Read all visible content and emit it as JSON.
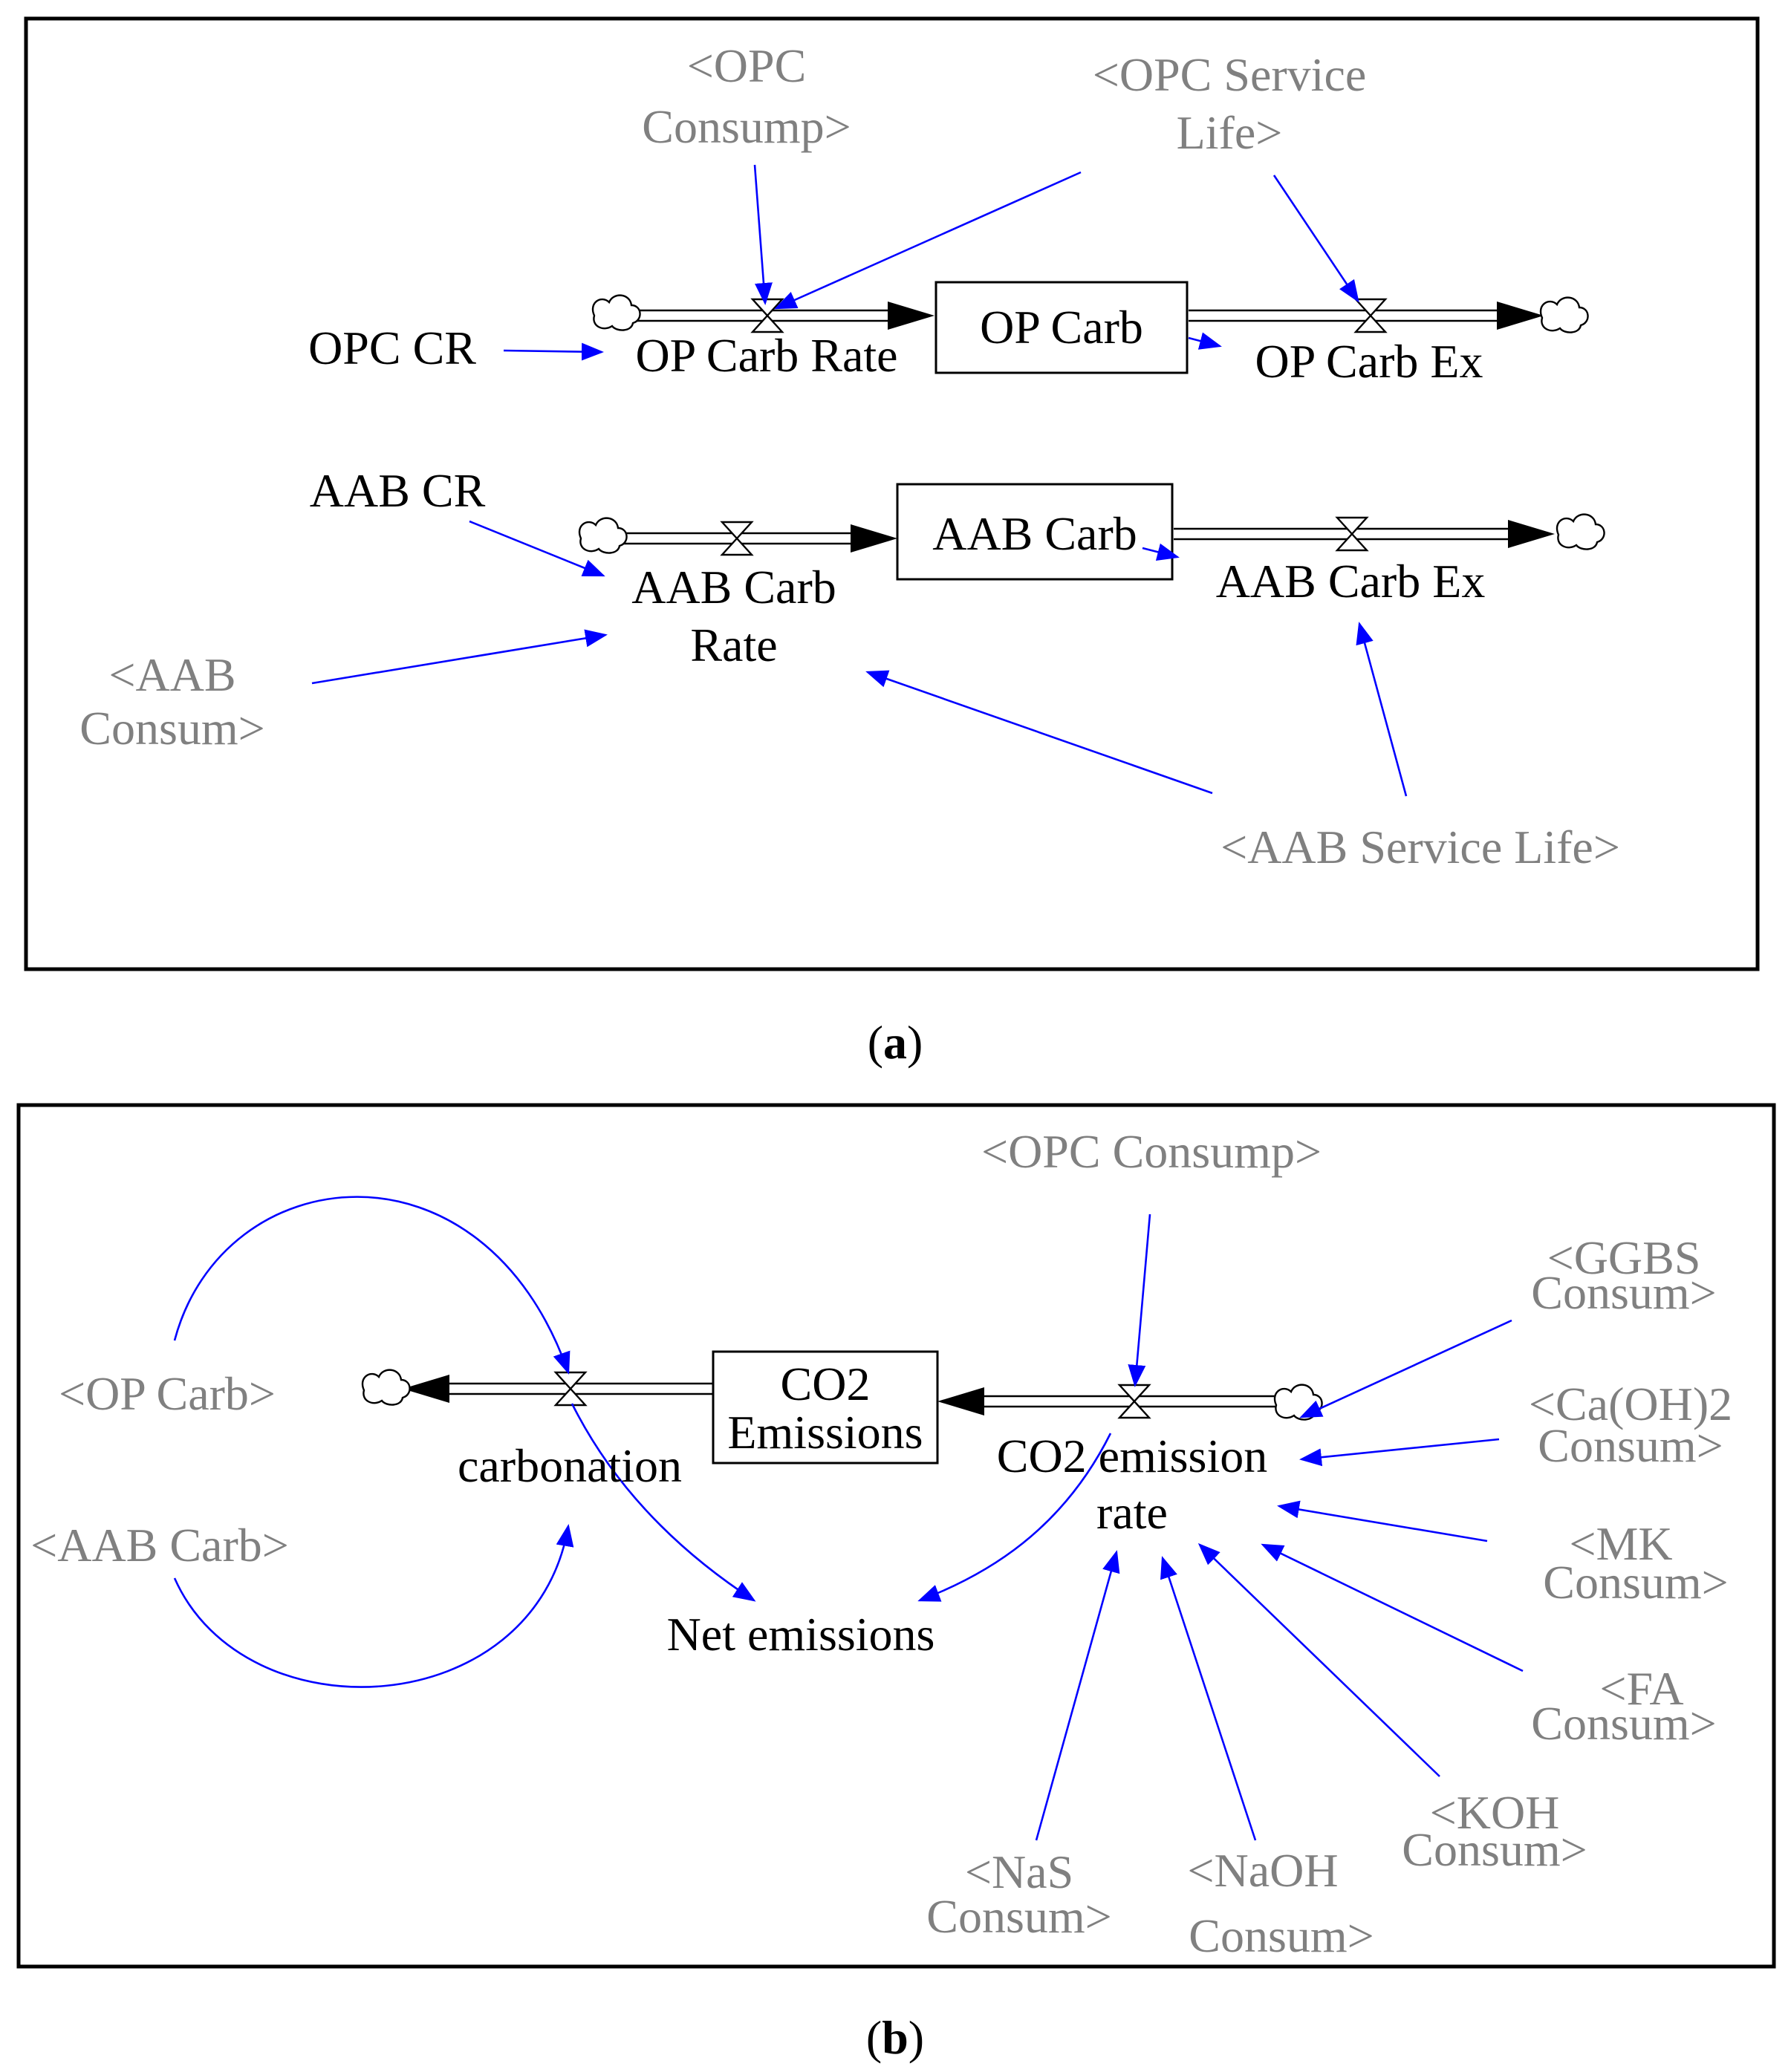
{
  "panel_a": {
    "caption_letter": "a",
    "stocks": {
      "op_carb": "OP Carb",
      "aab_carb": "AAB Carb"
    },
    "flows": {
      "op_carb_rate": "OP Carb Rate",
      "op_carb_ex": "OP Carb Ex",
      "aab_carb_rate_1": "AAB Carb",
      "aab_carb_rate_2": "Rate",
      "aab_carb_ex": "AAB Carb Ex"
    },
    "variables": {
      "opc_cr": "OPC CR",
      "aab_cr": "AAB CR"
    },
    "shadow_variables": {
      "opc_consump_1": "<OPC",
      "opc_consump_2": "Consump>",
      "opc_service_life_1": "<OPC Service",
      "opc_service_life_2": "Life>",
      "aab_consum_1": "<AAB",
      "aab_consum_2": "Consum>",
      "aab_service_life": "<AAB Service Life>"
    }
  },
  "panel_b": {
    "caption_letter": "b",
    "stocks": {
      "co2_emissions_1": "CO2",
      "co2_emissions_2": "Emissions"
    },
    "flows": {
      "carbonation": "carbonation",
      "co2_rate_1": "CO2 emission",
      "co2_rate_2": "rate"
    },
    "variables": {
      "net_emissions": "Net emissions"
    },
    "shadow_variables": {
      "opc_consump": "<OPC Consump>",
      "op_carb": "<OP Carb>",
      "aab_carb": "<AAB Carb>",
      "ggbs_1": "<GGBS",
      "ggbs_2": "Consum>",
      "caoh2_1": "<Ca(OH)2",
      "caoh2_2": "Consum>",
      "mk_1": "<MK",
      "mk_2": "Consum>",
      "fa_1": "<FA",
      "fa_2": "Consum>",
      "koh_1": "<KOH",
      "koh_2": "Consum>",
      "naoh_1": "<NaOH",
      "naoh_2": "Consum>",
      "nas_1": "<NaS",
      "nas_2": "Consum>"
    }
  },
  "colors": {
    "variable_text": "#000000",
    "shadow_text": "#808080",
    "link_arrow": "#0000ff",
    "flow_pipe": "#000000"
  }
}
